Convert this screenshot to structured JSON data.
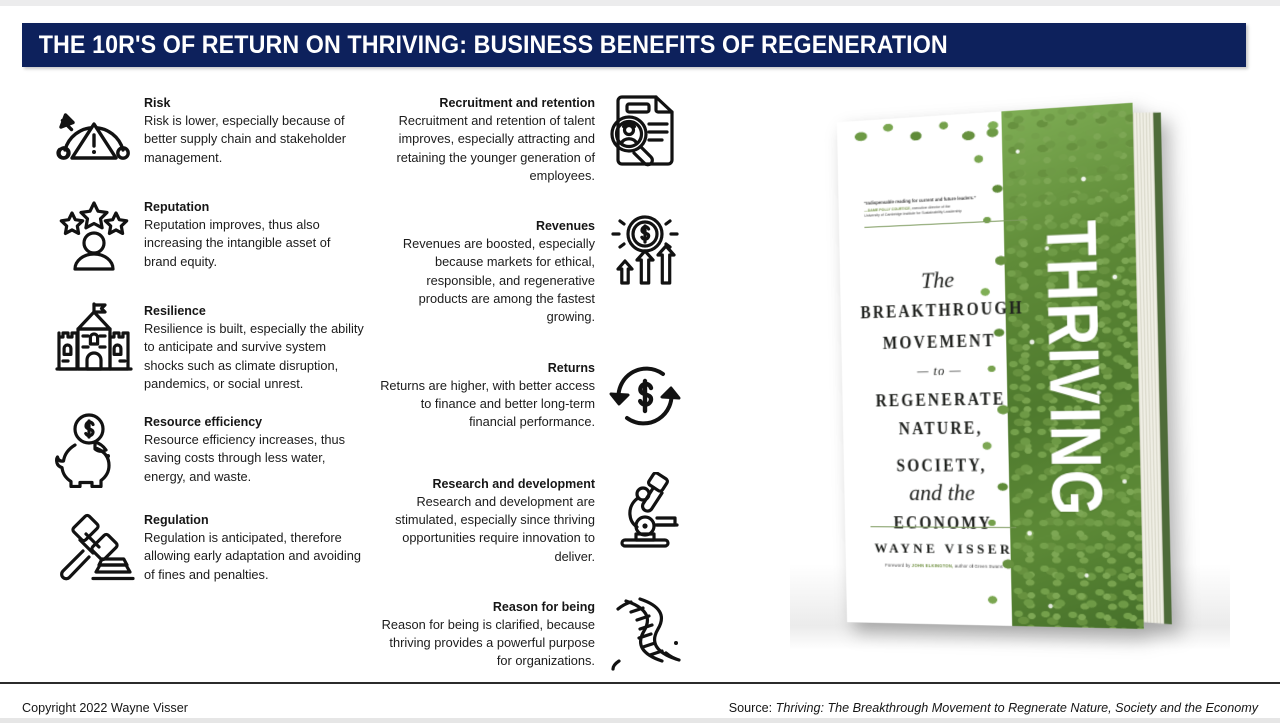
{
  "banner": {
    "title": "THE 10R'S OF RETURN ON THRIVING: BUSINESS BENEFITS OF REGENERATION",
    "background_color": "#0d215c",
    "text_color": "#ffffff"
  },
  "columns": {
    "left": [
      {
        "icon": "risk-gauge-warning-icon",
        "title": "Risk",
        "body": "Risk is lower, especially because of better supply chain and stakeholder management."
      },
      {
        "icon": "reputation-person-stars-icon",
        "title": "Reputation",
        "body": "Reputation improves, thus also increasing the intangible asset of brand equity."
      },
      {
        "icon": "resilience-castle-icon",
        "title": "Resilience",
        "body": "Resilience is built, especially the ability to anticipate and survive system shocks such as climate disruption, pandemics, or social unrest."
      },
      {
        "icon": "resource-efficiency-piggy-bank-icon",
        "title": "Resource efficiency",
        "body": "Resource efficiency increases, thus saving costs through less water, energy, and waste."
      },
      {
        "icon": "regulation-gavel-icon",
        "title": "Regulation",
        "body": "Regulation is anticipated, therefore allowing early adaptation and avoiding of fines and penalties."
      }
    ],
    "middle": [
      {
        "icon": "recruitment-document-magnifier-person-icon",
        "title": "Recruitment and retention",
        "body": "Recruitment and retention of talent improves, especially attracting and retaining the younger generation of employees."
      },
      {
        "icon": "revenues-coin-rising-arrows-icon",
        "title": "Revenues",
        "body": "Revenues are boosted, especially because markets for ethical, responsible, and regenerative products are among the fastest growing."
      },
      {
        "icon": "returns-circular-arrows-dollar-icon",
        "title": "Returns",
        "body": "Returns are higher, with better access to finance and better long-term financial performance."
      },
      {
        "icon": "research-development-microscope-icon",
        "title": "Research and development",
        "body": "Research and development are stimulated, especially since thriving opportunities require innovation to deliver."
      },
      {
        "icon": "reason-for-being-dna-helix-icon",
        "title": "Reason for being",
        "body": "Reason for being is clarified, because thriving provides a powerful purpose for organizations."
      }
    ]
  },
  "book": {
    "spine_title": "THRIVING",
    "blurb_quote": "“Indispensable reading for current and future leaders.”",
    "blurb_attribution_name": "—DAME POLLY COURTICE,",
    "blurb_attribution_role": " executive director of the",
    "blurb_attribution_org": "University of Cambridge Institute for Sustainability Leadership",
    "title_the": "The",
    "title_line1": "BREAKTHROUGH",
    "title_line2": "MOVEMENT",
    "title_to": "— to —",
    "title_line3": "REGENERATE",
    "title_line4": "NATURE, SOCIETY,",
    "title_and_the": "and the",
    "title_line5": "ECONOMY",
    "author": "WAYNE VISSER",
    "foreword_prefix": "Foreword by ",
    "foreword_name": "JOHN ELKINGTON,",
    "foreword_suffix": " author of Green Swans"
  },
  "footer": {
    "copyright": "Copyright 2022 Wayne Visser",
    "source_label": "Source: ",
    "source_title": "Thriving: The Breakthrough Movement to Regnerate Nature, Society and the Economy"
  }
}
